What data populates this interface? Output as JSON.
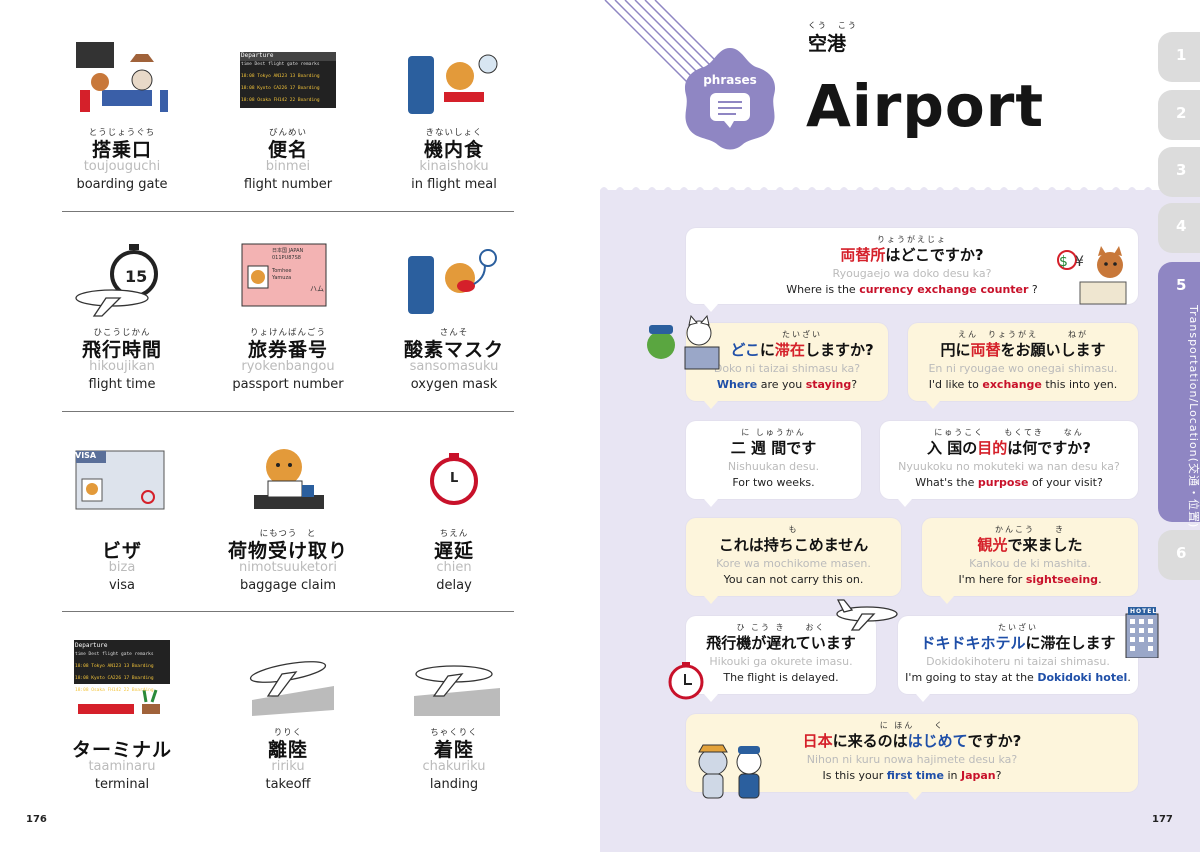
{
  "left_page": {
    "page_number": "176",
    "vocab": [
      {
        "furigana": "とうじょうぐち",
        "japanese": "搭乗口",
        "romaji": "toujouguchi",
        "english": "boarding gate",
        "icon": "boarding-gate-icon"
      },
      {
        "furigana": "びんめい",
        "japanese": "便名",
        "romaji": "binmei",
        "english": "flight number",
        "icon": "departure-board-icon"
      },
      {
        "furigana": "きないしょく",
        "japanese": "機内食",
        "romaji": "kinaishoku",
        "english": "in flight meal",
        "icon": "in-flight-meal-icon"
      },
      {
        "furigana": "ひこうじかん",
        "japanese": "飛行時間",
        "romaji": "hikoujikan",
        "english": "flight time",
        "icon": "stopwatch-airplane-icon"
      },
      {
        "furigana": "りょけんばんごう",
        "japanese": "旅券番号",
        "romaji": "ryokenbangou",
        "english": "passport number",
        "icon": "passport-icon"
      },
      {
        "furigana": "さんそ",
        "japanese": "酸素マスク",
        "romaji": "sansomasuku",
        "english": "oxygen mask",
        "icon": "oxygen-mask-icon"
      },
      {
        "furigana": "",
        "japanese": "ビザ",
        "romaji": "biza",
        "english": "visa",
        "icon": "visa-icon"
      },
      {
        "furigana": "にもつう　と",
        "japanese": "荷物受け取り",
        "romaji": "nimotsuuketori",
        "english": "baggage claim",
        "icon": "baggage-claim-icon"
      },
      {
        "furigana": "ちえん",
        "japanese": "遅延",
        "romaji": "chien",
        "english": "delay",
        "icon": "clock-icon"
      },
      {
        "furigana": "",
        "japanese": "ターミナル",
        "romaji": "taaminaru",
        "english": "terminal",
        "icon": "terminal-icon"
      },
      {
        "furigana": "りりく",
        "japanese": "離陸",
        "romaji": "ririku",
        "english": "takeoff",
        "icon": "takeoff-icon"
      },
      {
        "furigana": "ちゃくりく",
        "japanese": "着陸",
        "romaji": "chakuriku",
        "english": "landing",
        "icon": "landing-icon"
      }
    ],
    "board": {
      "title": "Departure",
      "header": "time  Dest  flight gate  remarks",
      "rows": [
        "18:08  Tokyo  AN123  13  Boarding",
        "18:08  Kyoto  CA226  17  Boarding",
        "18:08  Osaka  FH142  22  Boarding"
      ]
    },
    "passport_text": {
      "country": "日本国  JAPAN",
      "number": "011PU87S8",
      "name": "Tomhee\nYamuza",
      "sign": "ハム"
    },
    "visa_label": "VISA",
    "stopwatch_number": "15",
    "clock_letter": "L"
  },
  "right_page": {
    "page_number": "177",
    "header": {
      "kanji_furigana": "くう　こう",
      "kanji": "空港",
      "title": "Airport",
      "badge": "phrases"
    },
    "tabs": [
      "1",
      "2",
      "3",
      "4",
      "5",
      "6"
    ],
    "active_tab": "5",
    "side_label": "Transportation/Location(交通・位置)",
    "hotel_sign": "HOTEL",
    "phrases": [
      {
        "furigana": "りょうがえじょ",
        "jp_parts": [
          {
            "t": "両替所",
            "c": "red"
          },
          {
            "t": "はどこですか?",
            "c": ""
          }
        ],
        "romaji": "Ryougaejo wa doko desu ka?",
        "en_parts": [
          {
            "t": "Where is the ",
            "c": ""
          },
          {
            "t": "currency exchange counter",
            "c": "red"
          },
          {
            "t": " ?",
            "c": ""
          }
        ]
      },
      {
        "furigana": "たいざい",
        "jp_parts": [
          {
            "t": "どこ",
            "c": "blue"
          },
          {
            "t": "に",
            "c": ""
          },
          {
            "t": "滞在",
            "c": "red"
          },
          {
            "t": "しますか?",
            "c": ""
          }
        ],
        "romaji": "Doko ni taizai shimasu ka?",
        "en_parts": [
          {
            "t": "Where",
            "c": "blue"
          },
          {
            "t": " are you ",
            "c": ""
          },
          {
            "t": "staying",
            "c": "red"
          },
          {
            "t": "?",
            "c": ""
          }
        ]
      },
      {
        "furigana": "えん　りょうがえ　　　ねが",
        "jp_parts": [
          {
            "t": "円に",
            "c": ""
          },
          {
            "t": "両替",
            "c": "red"
          },
          {
            "t": "をお願いします",
            "c": ""
          }
        ],
        "romaji": "En ni ryougae wo onegai shimasu.",
        "en_parts": [
          {
            "t": "I'd like to ",
            "c": ""
          },
          {
            "t": "exchange",
            "c": "red"
          },
          {
            "t": " this into yen.",
            "c": ""
          }
        ]
      },
      {
        "furigana": "に しゅうかん",
        "jp_parts": [
          {
            "t": "二 週 間です",
            "c": ""
          }
        ],
        "romaji": "Nishuukan desu.",
        "en_parts": [
          {
            "t": "For two weeks.",
            "c": ""
          }
        ]
      },
      {
        "furigana": "にゅうこく　　もくてき　　なん",
        "jp_parts": [
          {
            "t": "入 国の",
            "c": ""
          },
          {
            "t": "目的",
            "c": "red"
          },
          {
            "t": "は何ですか?",
            "c": ""
          }
        ],
        "romaji": "Nyuukoku no mokuteki wa nan desu ka?",
        "en_parts": [
          {
            "t": "What's the ",
            "c": ""
          },
          {
            "t": "purpose",
            "c": "red"
          },
          {
            "t": " of your visit?",
            "c": ""
          }
        ]
      },
      {
        "furigana": "も",
        "jp_parts": [
          {
            "t": "これは持ちこめません",
            "c": ""
          }
        ],
        "romaji": "Kore wa mochikome masen.",
        "en_parts": [
          {
            "t": "You can not carry this on.",
            "c": ""
          }
        ]
      },
      {
        "furigana": "かんこう　　き",
        "jp_parts": [
          {
            "t": "観光",
            "c": "red"
          },
          {
            "t": "で来ました",
            "c": ""
          }
        ],
        "romaji": "Kankou de ki mashita.",
        "en_parts": [
          {
            "t": "I'm here for ",
            "c": ""
          },
          {
            "t": "sightseeing",
            "c": "red"
          },
          {
            "t": ".",
            "c": ""
          }
        ]
      },
      {
        "furigana": "ひ こう き　　おく",
        "jp_parts": [
          {
            "t": "飛行機が遅れています",
            "c": ""
          }
        ],
        "romaji": "Hikouki ga okurete imasu.",
        "en_parts": [
          {
            "t": "The flight is delayed.",
            "c": ""
          }
        ]
      },
      {
        "furigana": "たいざい",
        "jp_parts": [
          {
            "t": "ドキドキホテル",
            "c": "blue"
          },
          {
            "t": "に滞在します",
            "c": ""
          }
        ],
        "romaji": "Dokidokihoteru ni taizai shimasu.",
        "en_parts": [
          {
            "t": "I'm going to stay at the ",
            "c": ""
          },
          {
            "t": "Dokidoki hotel",
            "c": "blue"
          },
          {
            "t": ".",
            "c": ""
          }
        ]
      },
      {
        "furigana": "に ほん　　く",
        "jp_parts": [
          {
            "t": "日本",
            "c": "red"
          },
          {
            "t": "に来るのは",
            "c": ""
          },
          {
            "t": "はじめて",
            "c": "blue"
          },
          {
            "t": "ですか?",
            "c": ""
          }
        ],
        "romaji": "Nihon ni kuru nowa hajimete desu ka?",
        "en_parts": [
          {
            "t": "Is this your ",
            "c": ""
          },
          {
            "t": "first time",
            "c": "blue"
          },
          {
            "t": " in ",
            "c": ""
          },
          {
            "t": "Japan",
            "c": "red"
          },
          {
            "t": "?",
            "c": ""
          }
        ]
      }
    ]
  }
}
